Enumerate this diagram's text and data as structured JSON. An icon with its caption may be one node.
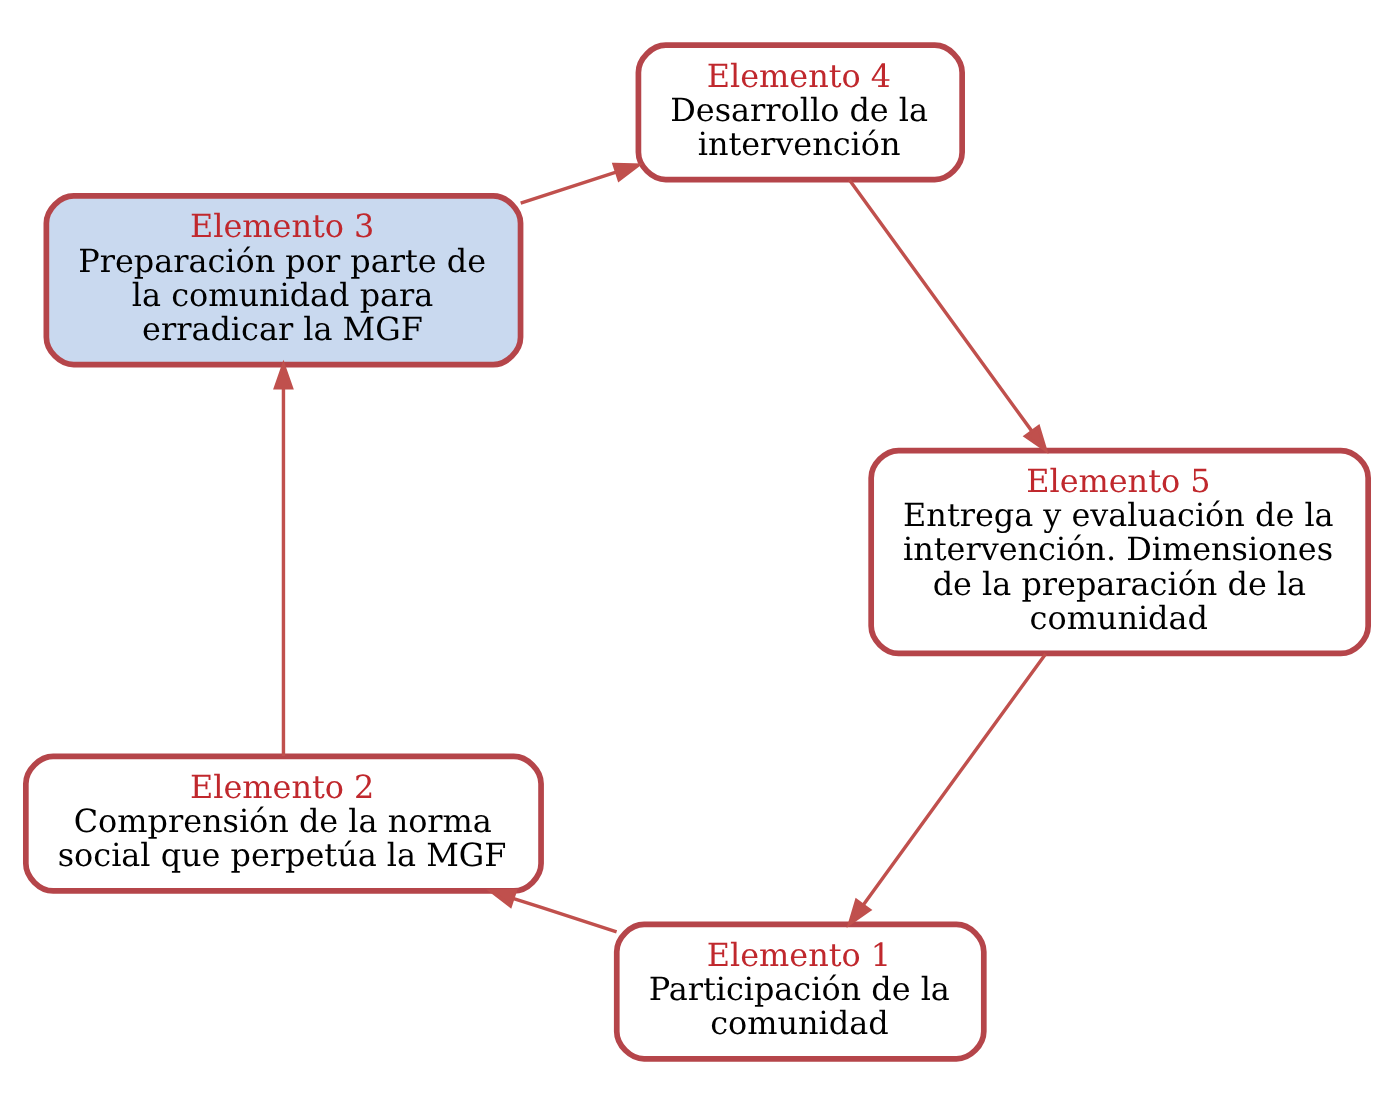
{
  "diagram": {
    "nodes": [
      {
        "text": [
          "Elemento 1",
          "Participación de la comunidad"
        ]
      },
      {
        "text": [
          "Elemento 2",
          "Comprensión de la norma social que perpetúa la MGF"
        ]
      },
      {
        "text": [
          "Elemento 3",
          "Preparación por parte de la comunidad para erradicar la MGF"
        ]
      },
      {
        "text": [
          "Elemento 4",
          "Desarrollo de la intervención"
        ]
      },
      {
        "text": [
          "Elemento 5",
          "Entrega y evaluación de la intervención. Dimensiones de la preparación de la comunidad"
        ]
      }
    ],
    "edges": [
      {
        "from": 0,
        "to": 1,
        "arrow": "to"
      },
      {
        "from": 1,
        "to": 2,
        "arrow": "to"
      },
      {
        "from": 2,
        "to": 3,
        "arrow": "to"
      },
      {
        "from": 3,
        "to": 4,
        "arrow": "to"
      },
      {
        "from": 4,
        "to": 0,
        "arrow": "to"
      }
    ]
  }
}
